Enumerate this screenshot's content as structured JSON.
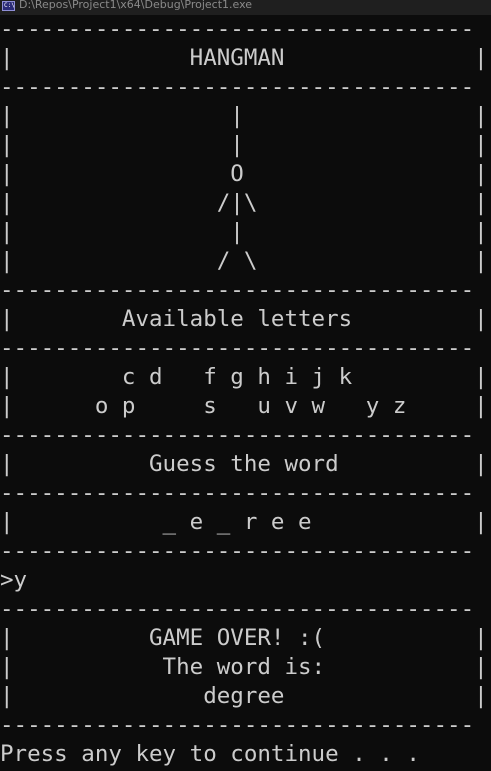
{
  "window": {
    "title": "D:\\Repos\\Project1\\x64\\Debug\\Project1.exe",
    "icon": "console-app-icon",
    "icon_text": "C:\\"
  },
  "console": {
    "colors": {
      "background": "#0c0c0c",
      "text": "#cccccc"
    },
    "lines": [
      "-----------------------------------",
      "|             HANGMAN              |",
      "-----------------------------------",
      "|                |                 |",
      "|                |                 |",
      "|                O                 |",
      "|               /|\\                |",
      "|                |                 |",
      "|               / \\                |",
      "-----------------------------------",
      "|        Available letters         |",
      "-----------------------------------",
      "|        c d   f g h i j k         |",
      "|      o p     s   u v w   y z     |",
      "-----------------------------------",
      "|          Guess the word          |",
      "-----------------------------------",
      "|           _ e _ r e e            |",
      "-----------------------------------",
      ">y",
      "-----------------------------------",
      "|          GAME OVER! :(           |",
      "|           The word is:           |",
      "|              degree              |",
      "-----------------------------------",
      "Press any key to continue . . ."
    ]
  }
}
